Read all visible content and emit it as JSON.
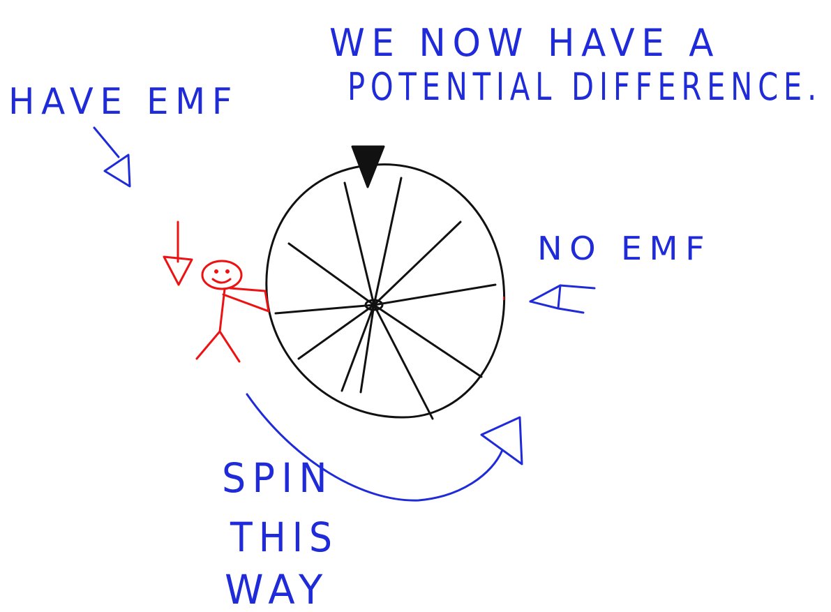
{
  "labels": {
    "header_line1": "WE NOW HAVE A",
    "header_line2": "POTENTIAL DIFFERENCE.",
    "left_note": "HAVE EMF",
    "right_note": "NO EMF",
    "spin_line1": "SPIN",
    "spin_line2": "THIS",
    "spin_line3": "WAY"
  },
  "colors": {
    "ink_blue": "#1f2bd9",
    "ink_black": "#111111",
    "ink_red": "#ee1111",
    "background": "#ffffff"
  },
  "wheel": {
    "spoke_count": 11
  },
  "icons": {
    "top_marker": "triangle-marker-icon",
    "left_arrow": "arrow-down-left-icon",
    "right_arrow": "arrow-left-icon",
    "spin_arrow": "curved-arrow-icon",
    "person": "stick-figure-icon"
  }
}
